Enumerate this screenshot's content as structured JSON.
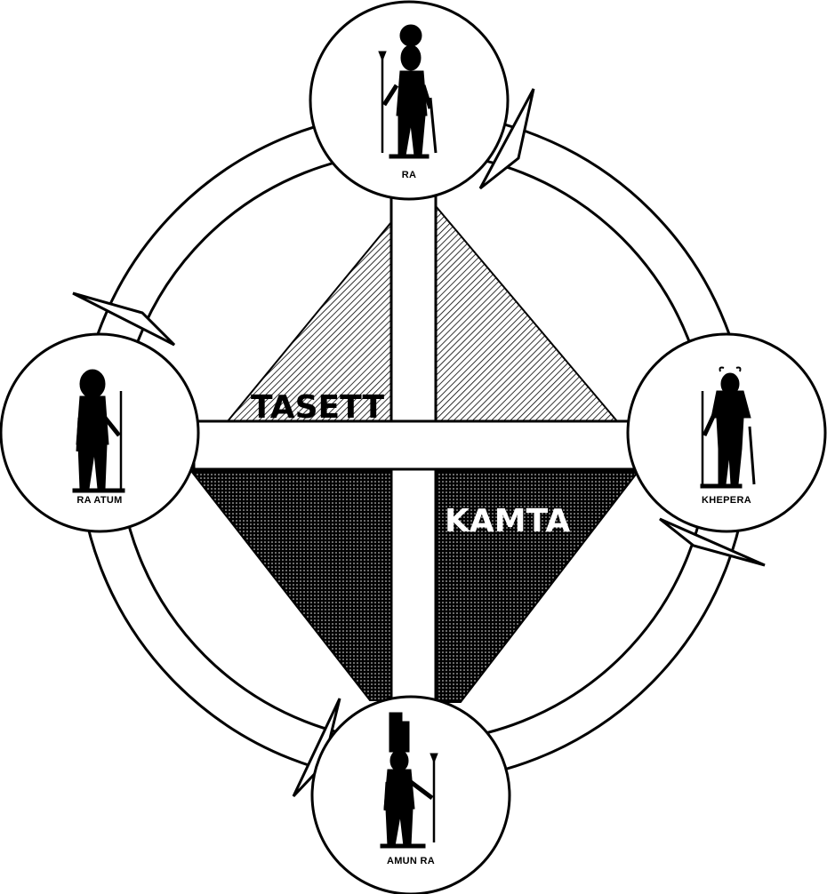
{
  "diagram": {
    "regions": {
      "upper": "TASETT",
      "lower": "KAMTA"
    },
    "deities": {
      "top": "RA",
      "right": "KHEPERA",
      "bottom": "AMUN RA",
      "left": "RA ATUM"
    },
    "colors": {
      "ink": "#000000",
      "paper": "#ffffff"
    }
  }
}
